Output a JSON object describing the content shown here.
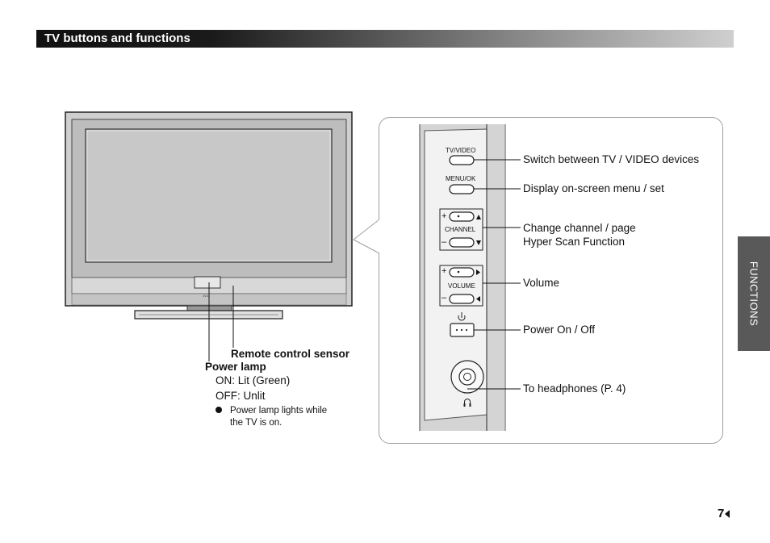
{
  "header": {
    "title": "TV buttons and functions"
  },
  "side_tab": {
    "label": "FUNCTIONS"
  },
  "tv": {
    "remote_sensor_label": "Remote control sensor",
    "power_lamp_label": "Power lamp",
    "lamp_on": "ON: Lit (Green)",
    "lamp_off": "OFF: Unlit",
    "note": [
      "Power lamp lights while",
      "the TV is on."
    ]
  },
  "panel": {
    "tv_video": "TV/VIDEO",
    "menu_ok": "MENU/OK",
    "channel": "CHANNEL",
    "volume": "VOLUME",
    "plus": "+",
    "minus": "–"
  },
  "callouts": {
    "tv_video": "Switch between TV / VIDEO devices",
    "menu_ok": "Display on-screen menu / set",
    "channel_1": "Change channel / page",
    "channel_2": "Hyper Scan Function",
    "volume": "Volume",
    "power": "Power On / Off",
    "headphones": "To headphones (P. 4)"
  },
  "page": {
    "number": "7"
  }
}
